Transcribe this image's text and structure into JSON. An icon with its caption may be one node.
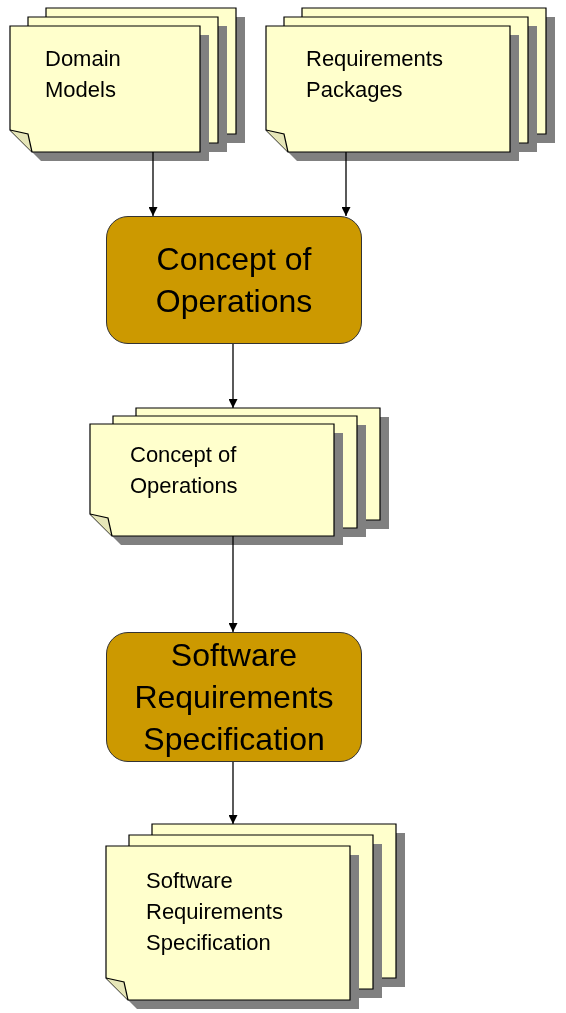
{
  "diagram": {
    "nodes": [
      {
        "text": [
          "Domain Models"
        ]
      },
      {
        "text": [
          "Requirements Packages"
        ]
      },
      {
        "text": [
          "Concept of Operations"
        ]
      },
      {
        "text": [
          "Concept of Operations"
        ]
      },
      {
        "text": [
          "Software Requirements Specification"
        ]
      },
      {
        "text": [
          "Software Requirements Specification"
        ]
      }
    ],
    "edges": [
      {
        "from": 0,
        "to": 2,
        "arrow": "to"
      },
      {
        "from": 1,
        "to": 2,
        "arrow": "to"
      },
      {
        "from": 2,
        "to": 3,
        "arrow": "to"
      },
      {
        "from": 3,
        "to": 4,
        "arrow": "to"
      },
      {
        "from": 4,
        "to": 5,
        "arrow": "to"
      }
    ]
  }
}
